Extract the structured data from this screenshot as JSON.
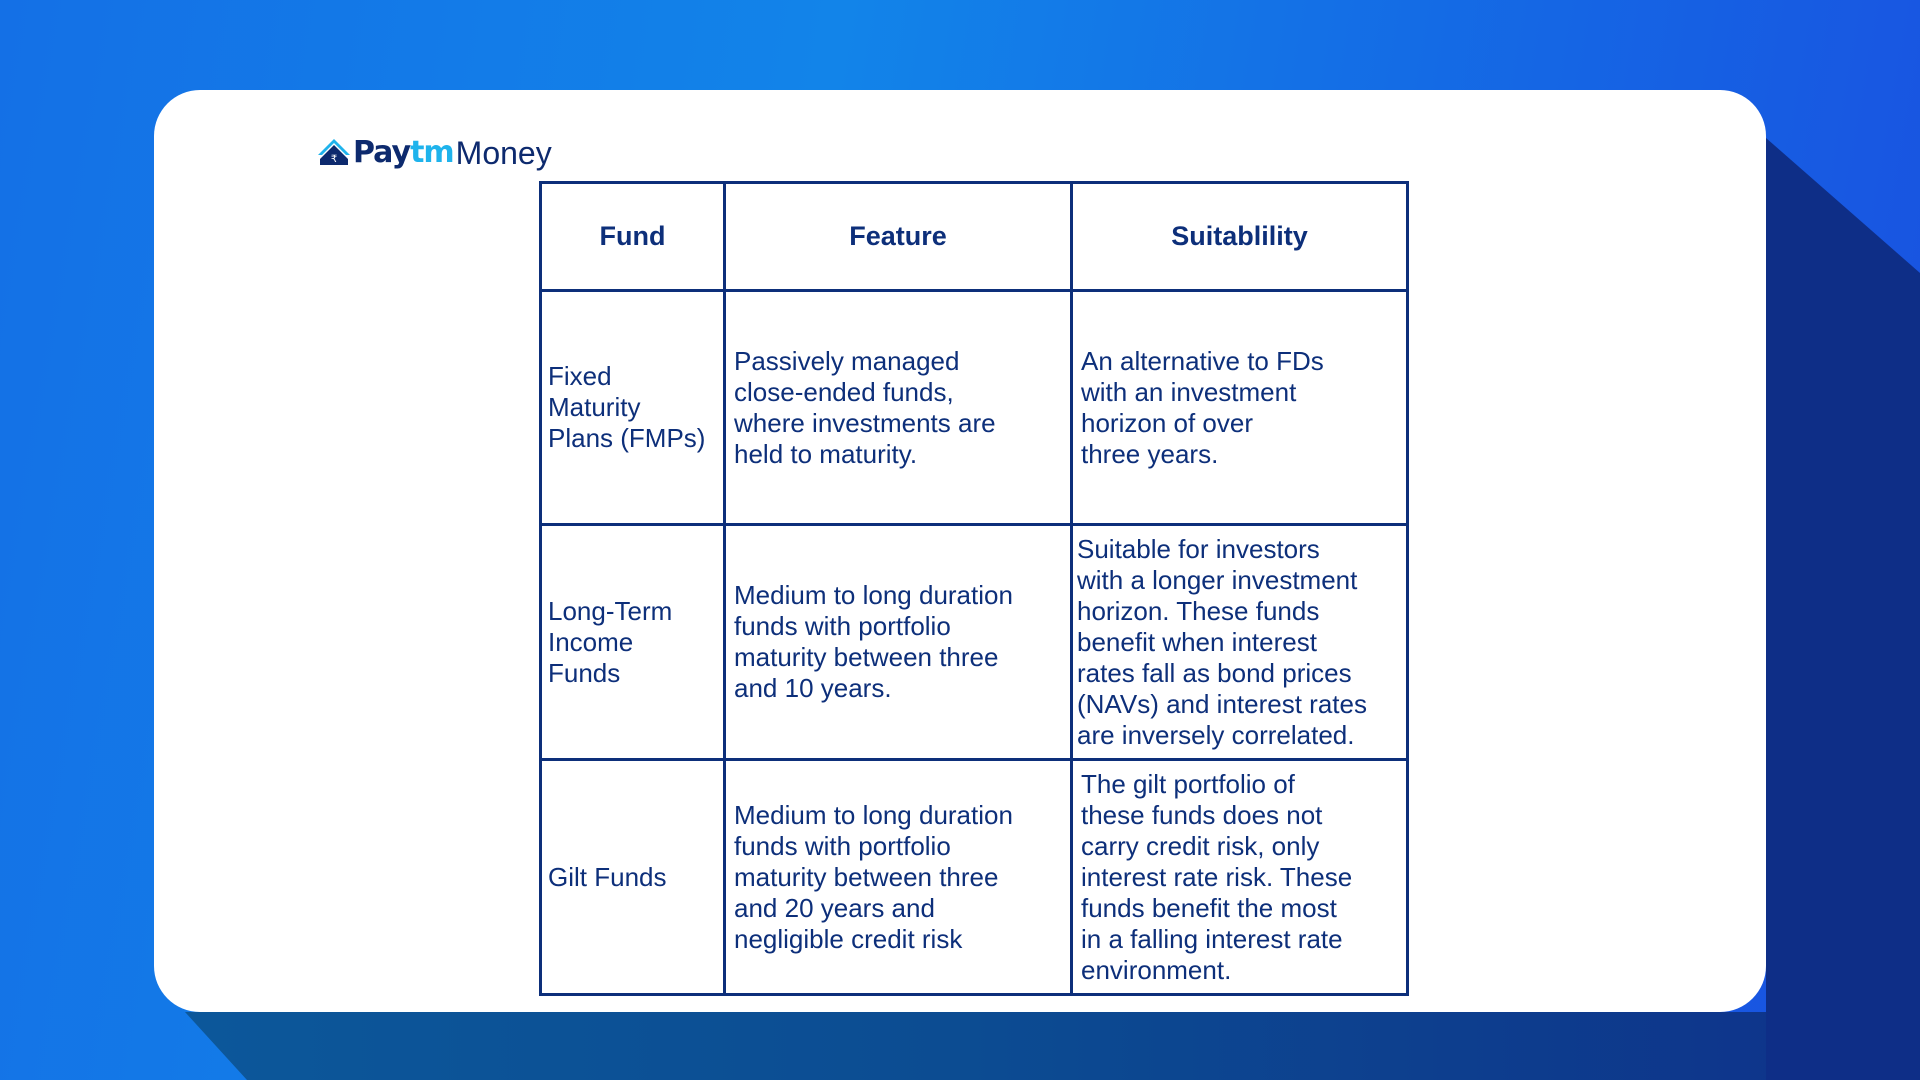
{
  "brand": {
    "logo_part1": "Pay",
    "logo_part2": "tm",
    "logo_part3": "Money",
    "icon": "rupee-house-icon",
    "colors": {
      "navy": "#0D2A6E",
      "cyan": "#1FB3EC"
    }
  },
  "table": {
    "headers": [
      "Fund",
      "Feature",
      "Suitablility"
    ],
    "rows": [
      {
        "fund": "Fixed\nMaturity\nPlans (FMPs)",
        "feature": "Passively managed\nclose-ended funds,\nwhere investments are\nheld to maturity.",
        "suitability": "An alternative to FDs\nwith an investment\nhorizon of over\nthree years."
      },
      {
        "fund": "Long-Term\nIncome\nFunds",
        "feature": "Medium to long duration\nfunds with portfolio\nmaturity between three\nand 10 years.",
        "suitability": "Suitable for investors\nwith a longer investment\nhorizon. These funds\nbenefit when interest\nrates fall as bond prices\n(NAVs) and interest rates\nare inversely correlated."
      },
      {
        "fund": "Gilt Funds",
        "feature": "Medium to long duration\nfunds with portfolio\nmaturity between three\nand 20 years and\nnegligible credit risk",
        "suitability": "The gilt portfolio of\nthese funds does not\ncarry credit risk, only\ninterest rate risk. These\nfunds benefit the most\nin a falling interest rate\nenvironment."
      }
    ]
  },
  "colors": {
    "table_border": "#0D2F7A",
    "text": "#0D2F7A",
    "card_bg": "#FFFFFF",
    "bg_gradient_start": "#1470E6",
    "bg_gradient_end": "#1A4FE0",
    "shadow": "#0E2E87"
  }
}
